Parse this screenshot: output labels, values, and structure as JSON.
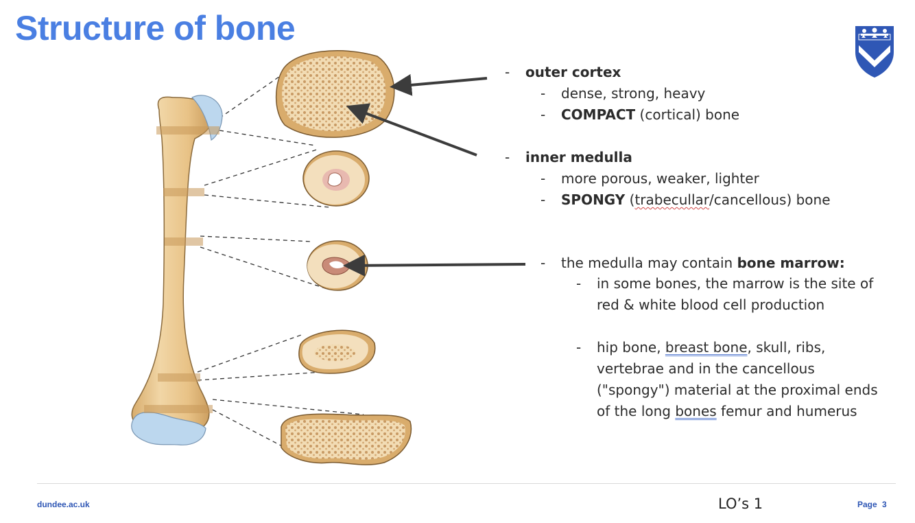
{
  "slide": {
    "title": "Structure of bone"
  },
  "colors": {
    "title": "#4a7fe2",
    "accent_blue": "#2f57b5",
    "bone": "#e9c792",
    "cartilage": "#bcd7ee",
    "arrow": "#3c3c3c"
  },
  "logo": {
    "icon": "university-shield-icon"
  },
  "bullets": {
    "outer_cortex": {
      "dash": "-",
      "heading": "outer cortex",
      "sub1": {
        "dash": "-",
        "text": "dense, strong, heavy"
      },
      "sub2": {
        "dash": "-",
        "bold": "COMPACT",
        "rest": " (cortical) bone"
      }
    },
    "inner_medulla": {
      "dash": "-",
      "heading": "inner medulla",
      "sub1": {
        "dash": "-",
        "text": "more porous, weaker, lighter"
      },
      "sub2": {
        "dash": "-",
        "bold": "SPONGY",
        "open": " (",
        "under": "trabecullar",
        "rest": "/cancellous) bone"
      }
    },
    "marrow": {
      "dash": "-",
      "lead": "the medulla may contain ",
      "bold": "bone marrow:",
      "sub1": {
        "dash": "-",
        "line1": "in some bones, the marrow is the site of",
        "line2": "red & white blood cell production"
      },
      "sub2": {
        "dash": "-",
        "pre": "hip bone, ",
        "u1": "breast bone",
        "mid": ", skull, ribs,",
        "line2": "vertebrae and in the cancellous",
        "line3": "(\"spongy\") material at the proximal ends",
        "l4pre": "of the long ",
        "u2": "bones",
        "l4post": " femur and humerus"
      }
    }
  },
  "footer": {
    "url": "dundee.ac.uk",
    "center": "LO’s 1",
    "page": "Page 3"
  }
}
